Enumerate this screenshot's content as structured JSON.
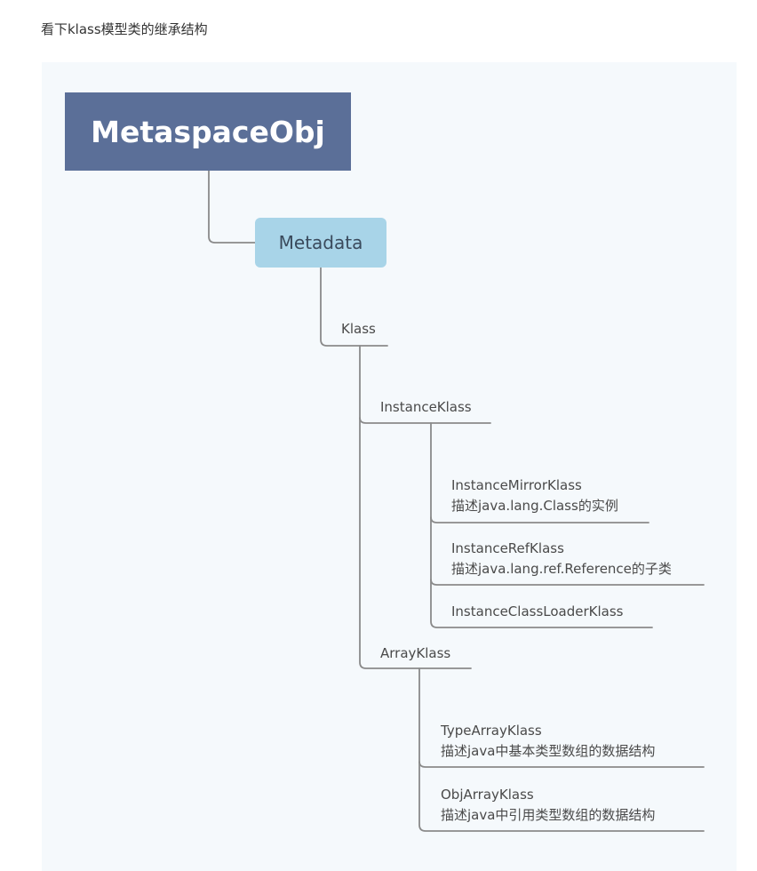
{
  "heading": "看下klass模型类的继承结构",
  "diagram": {
    "root": "MetaspaceObj",
    "metadata": "Metadata",
    "klass": "Klass",
    "instance_klass": "InstanceKlass",
    "instance_mirror_klass": {
      "name": "InstanceMirrorKlass",
      "desc": "描述java.lang.Class的实例"
    },
    "instance_ref_klass": {
      "name": "InstanceRefKlass",
      "desc": "描述java.lang.ref.Reference的子类"
    },
    "instance_class_loader_klass": "InstanceClassLoaderKlass",
    "array_klass": "ArrayKlass",
    "type_array_klass": {
      "name": "TypeArrayKlass",
      "desc": "描述java中基本类型数组的数据结构"
    },
    "obj_array_klass": {
      "name": "ObjArrayKlass",
      "desc": "描述java中引用类型数组的数据结构"
    }
  },
  "colors": {
    "root_fill": "#5b6f98",
    "metadata_fill": "#a8d4e8",
    "line": "#8a8a8a",
    "canvas": "#f5f9fc"
  }
}
